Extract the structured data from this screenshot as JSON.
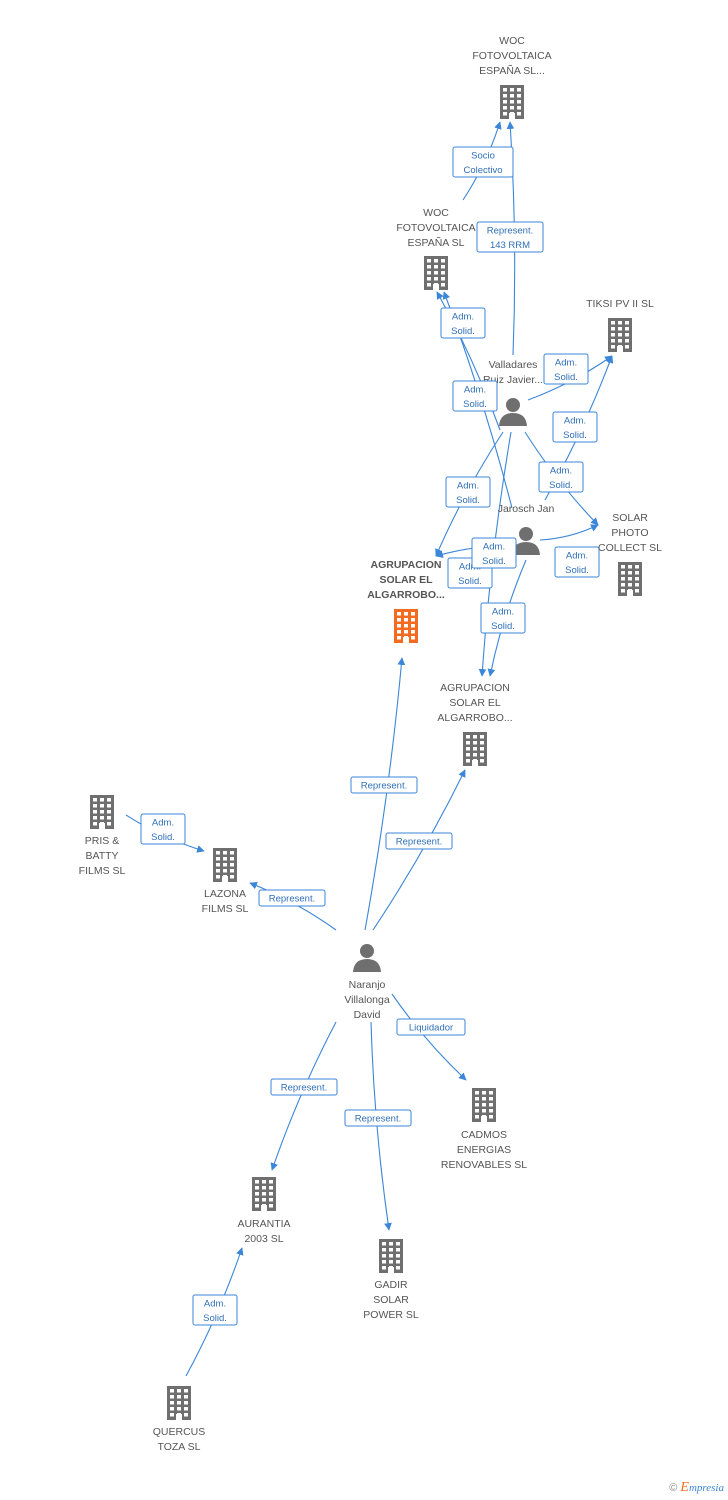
{
  "colors": {
    "company": "#6f6f6f",
    "main_company": "#f26b21",
    "person": "#6f6f6f",
    "edge": "#3b86d8"
  },
  "nodes": [
    {
      "id": "woc1",
      "kind": "company",
      "icon": "building-icon",
      "label": [
        "WOC",
        "FOTOVOLTAICA",
        "ESPAÑA SL..."
      ]
    },
    {
      "id": "woc2",
      "kind": "company",
      "icon": "building-icon",
      "label": [
        "WOC",
        "FOTOVOLTAICA",
        "ESPAÑA SL"
      ]
    },
    {
      "id": "tiksi",
      "kind": "company",
      "icon": "building-icon",
      "label": [
        "TIKSI PV II SL"
      ]
    },
    {
      "id": "valladares",
      "kind": "person",
      "icon": "person-icon",
      "label": [
        "Valladares",
        "Ruiz Javier..."
      ]
    },
    {
      "id": "jarosch",
      "kind": "person",
      "icon": "person-icon",
      "label": [
        "Jarosch Jan"
      ]
    },
    {
      "id": "solarphoto",
      "kind": "company",
      "icon": "building-icon",
      "label": [
        "SOLAR",
        "PHOTO",
        "COLLECT SL"
      ]
    },
    {
      "id": "agrupmain",
      "kind": "main",
      "icon": "building-icon",
      "label": [
        "AGRUPACION",
        "SOLAR EL",
        "ALGARROBO..."
      ]
    },
    {
      "id": "agrup2",
      "kind": "company",
      "icon": "building-icon",
      "label": [
        "AGRUPACION",
        "SOLAR EL",
        "ALGARROBO..."
      ]
    },
    {
      "id": "pris",
      "kind": "company",
      "icon": "building-icon",
      "label": [
        "PRIS &",
        "BATTY",
        "FILMS  SL"
      ]
    },
    {
      "id": "lazona",
      "kind": "company",
      "icon": "building-icon",
      "label": [
        "LAZONA",
        "FILMS SL"
      ]
    },
    {
      "id": "naranjo",
      "kind": "person",
      "icon": "person-icon",
      "label": [
        "Naranjo",
        "Villalonga",
        "David"
      ]
    },
    {
      "id": "cadmos",
      "kind": "company",
      "icon": "building-icon",
      "label": [
        "CADMOS",
        "ENERGIAS",
        "RENOVABLES SL"
      ]
    },
    {
      "id": "aurantia",
      "kind": "company",
      "icon": "building-icon",
      "label": [
        "AURANTIA",
        "2003 SL"
      ]
    },
    {
      "id": "gadir",
      "kind": "company",
      "icon": "building-icon",
      "label": [
        "GADIR",
        "SOLAR",
        "POWER SL"
      ]
    },
    {
      "id": "quercus",
      "kind": "company",
      "icon": "building-icon",
      "label": [
        "QUERCUS",
        "TOZA SL"
      ]
    }
  ],
  "edges": [
    {
      "from": "woc2",
      "to": "woc1",
      "label": [
        "Socio",
        "Colectivo"
      ]
    },
    {
      "from": "valladares",
      "to": "woc1",
      "label": [
        "Represent.",
        "143 RRM"
      ]
    },
    {
      "from": "valladares",
      "to": "woc2",
      "label": [
        "Adm.",
        "Solid."
      ]
    },
    {
      "from": "jarosch",
      "to": "woc2",
      "label": [
        "Adm.",
        "Solid."
      ]
    },
    {
      "from": "valladares",
      "to": "tiksi",
      "label": [
        "Adm.",
        "Solid."
      ]
    },
    {
      "from": "jarosch",
      "to": "tiksi",
      "label": [
        "Adm.",
        "Solid."
      ]
    },
    {
      "from": "valladares",
      "to": "solarphoto",
      "label": [
        "Adm.",
        "Solid."
      ]
    },
    {
      "from": "jarosch",
      "to": "solarphoto",
      "label": [
        "Adm.",
        "Solid."
      ]
    },
    {
      "from": "valladares",
      "to": "agrupmain",
      "label": [
        "Adm.",
        "Solid."
      ]
    },
    {
      "from": "jarosch",
      "to": "agrupmain",
      "label": [
        "Adm.",
        "Solid."
      ]
    },
    {
      "from": "valladares",
      "to": "agrup2",
      "label": [
        "Adm.",
        "Solid."
      ]
    },
    {
      "from": "jarosch",
      "to": "agrup2",
      "label": [
        "Adm.",
        "Solid."
      ]
    },
    {
      "from": "naranjo",
      "to": "agrupmain",
      "label": [
        "Represent."
      ]
    },
    {
      "from": "naranjo",
      "to": "agrup2",
      "label": [
        "Represent."
      ]
    },
    {
      "from": "pris",
      "to": "lazona",
      "label": [
        "Adm.",
        "Solid."
      ]
    },
    {
      "from": "naranjo",
      "to": "lazona",
      "label": [
        "Represent."
      ]
    },
    {
      "from": "naranjo",
      "to": "cadmos",
      "label": [
        "Liquidador"
      ]
    },
    {
      "from": "naranjo",
      "to": "aurantia",
      "label": [
        "Represent."
      ]
    },
    {
      "from": "naranjo",
      "to": "gadir",
      "label": [
        "Represent."
      ]
    },
    {
      "from": "quercus",
      "to": "aurantia",
      "label": [
        "Adm.",
        "Solid."
      ]
    }
  ],
  "footer": {
    "copyright": "©",
    "brand_initial": "E",
    "brand_rest": "mpresia"
  }
}
